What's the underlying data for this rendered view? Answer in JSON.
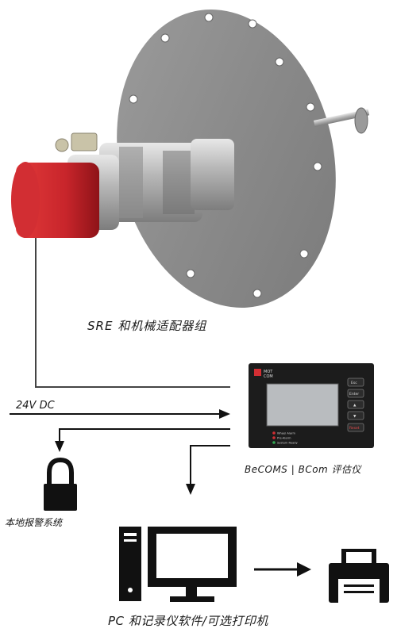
{
  "labels": {
    "sre_group": "SRE  和机械适配器组",
    "voltage": "24V DC",
    "evaluator": "BeCOMS | BCom  评估仪",
    "local_alarm": "本地报警系统",
    "pc_recorder": "PC  和记录仪软件/可选打印机"
  },
  "device_panel": {
    "brand_line1": "MOT",
    "brand_line2": "COM",
    "buttons": [
      "Esc",
      "Enter",
      "▲",
      "▼",
      "Reset"
    ],
    "leds": [
      "Wheel Alarm",
      "Pre-Alarm",
      "System Ready"
    ]
  },
  "colors": {
    "housing_red": "#c8252b",
    "panel_dark": "#1c1c1c",
    "screen": "#b9bcbf",
    "line": "#333333"
  }
}
